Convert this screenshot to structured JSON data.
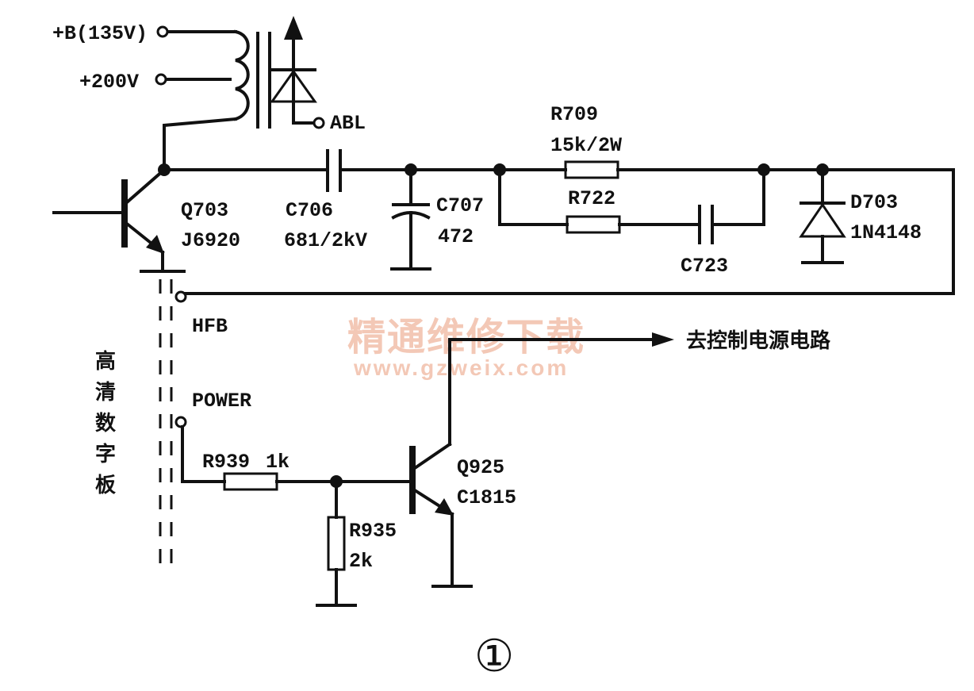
{
  "terminals": {
    "b_supply": "+B(135V)",
    "v200": "+200V",
    "abl": "ABL",
    "hfb": "HFB",
    "power": "POWER"
  },
  "components": {
    "q703": {
      "ref": "Q703",
      "part": "J6920"
    },
    "c706": {
      "ref": "C706",
      "value": "681/2kV"
    },
    "c707": {
      "ref": "C707",
      "value": "472"
    },
    "r709": {
      "ref": "R709",
      "value": "15k/2W"
    },
    "r722": {
      "ref": "R722"
    },
    "c723": {
      "ref": "C723"
    },
    "d703": {
      "ref": "D703",
      "part": "1N4148"
    },
    "r939": {
      "ref": "R939",
      "value": "1k"
    },
    "r935": {
      "ref": "R935",
      "value": "2k"
    },
    "q925": {
      "ref": "Q925",
      "part": "C1815"
    }
  },
  "output_label": "去控制电源电路",
  "board_label": [
    "高",
    "清",
    "数",
    "字",
    "板"
  ],
  "watermark": {
    "title": "精通维修下载",
    "url": "www.gzweix.com"
  },
  "figure_number": "①"
}
